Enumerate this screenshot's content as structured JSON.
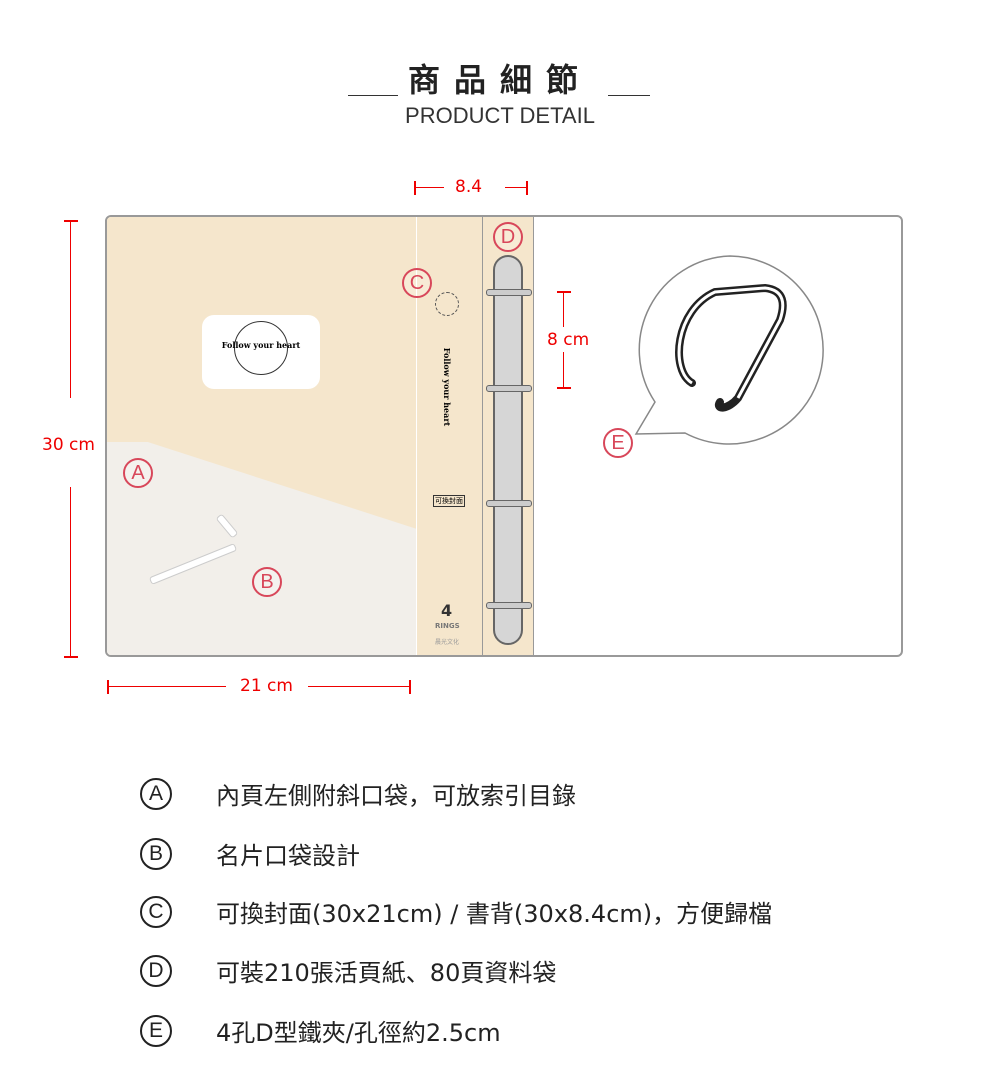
{
  "header": {
    "title": "商品細節",
    "subtitle": "PRODUCT DETAIL"
  },
  "dimensions": {
    "spine": "8.4",
    "height": "30 cm",
    "width": "21 cm",
    "ring": "8 cm"
  },
  "markers": {
    "a": "A",
    "b": "B",
    "c": "C",
    "d": "D",
    "e": "E"
  },
  "product": {
    "cover_text": "Follow your heart",
    "spine_text": "Follow your heart",
    "spine_label": "可換封面",
    "rings_number": "4",
    "rings_label": "RINGS",
    "brand": "晨光文化"
  },
  "features": [
    {
      "letter": "A",
      "text": "內頁左側附斜口袋，可放索引目錄"
    },
    {
      "letter": "B",
      "text": "名片口袋設計"
    },
    {
      "letter": "C",
      "text": "可換封面(30x21cm) / 書背(30x8.4cm)，方便歸檔"
    },
    {
      "letter": "D",
      "text": "可裝210張活頁紙、80頁資料袋"
    },
    {
      "letter": "E",
      "text": "4孔D型鐵夾/孔徑約2.5cm"
    }
  ],
  "colors": {
    "accent": "#e00000",
    "cover": "#f5e6cc"
  }
}
